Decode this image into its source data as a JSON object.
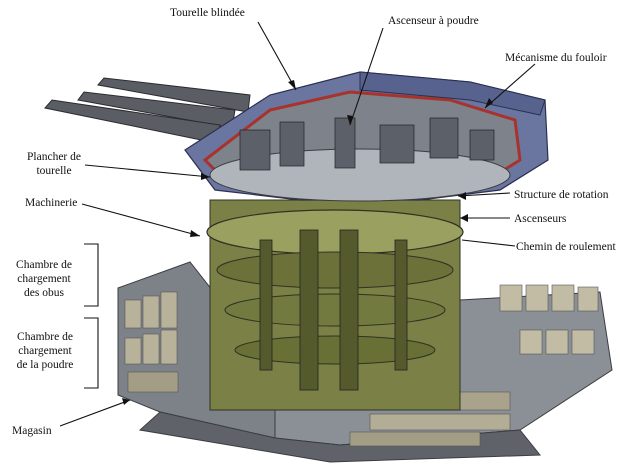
{
  "labels": {
    "tourelle_blindee": "Tourelle blindée",
    "ascenseur_poudre": "Ascenseur à poudre",
    "mecanisme_fouloir": "Mécanisme du fouloir",
    "plancher_line1": "Plancher de",
    "plancher_line2": "tourelle",
    "machinerie": "Machinerie",
    "structure_rotation": "Structure de rotation",
    "ascenseurs": "Ascenseurs",
    "chemin_roulement": "Chemin de roulement",
    "obus_line1": "Chambre de",
    "obus_line2": "chargement",
    "obus_line3": "des obus",
    "poudre_line1": "Chambre de",
    "poudre_line2": "chargement",
    "poudre_line3": "de la poudre",
    "magasin": "Magasin"
  },
  "colors": {
    "turret_roof": "#6a76a0",
    "structure_grey": "#8a8f95",
    "olive_machinery": "#6e7a3c",
    "red_lining": "#a8322c",
    "barrel": "#5a5d63",
    "shell": "#b9b29a"
  }
}
